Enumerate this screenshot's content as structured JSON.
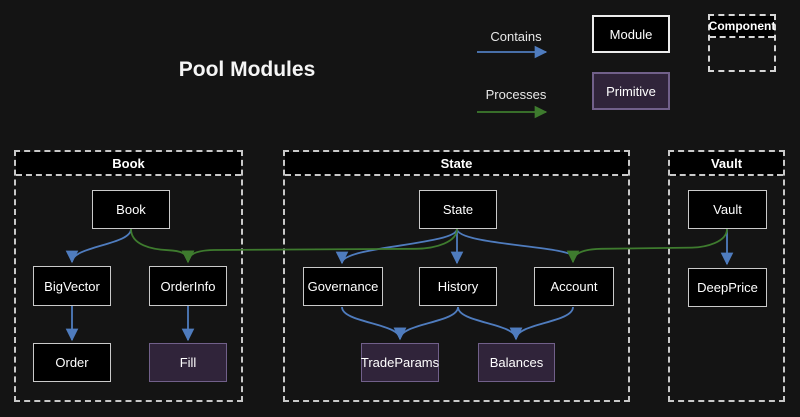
{
  "title": "Pool Modules",
  "colors": {
    "background": "#141414",
    "contains_edge": "#4f7cbe",
    "processes_edge": "#3e7b2e",
    "module_fill": "#000000",
    "module_border": "#cacaca",
    "primitive_fill": "#30243a",
    "primitive_border": "#71608a",
    "container_border": "#c9c9c9"
  },
  "legend": {
    "contains_label": "Contains",
    "processes_label": "Processes",
    "module_label": "Module",
    "primitive_label": "Primitive",
    "component_label": "Component"
  },
  "containers": {
    "book": {
      "title": "Book",
      "children": [
        "book",
        "bigvector",
        "orderinfo",
        "order",
        "fill"
      ]
    },
    "state": {
      "title": "State",
      "children": [
        "state",
        "governance",
        "history",
        "account",
        "tradeparams",
        "balances"
      ]
    },
    "vault": {
      "title": "Vault",
      "children": [
        "vault",
        "deepprice"
      ]
    }
  },
  "nodes": {
    "book": {
      "label": "Book",
      "type": "module"
    },
    "bigvector": {
      "label": "BigVector",
      "type": "module"
    },
    "orderinfo": {
      "label": "OrderInfo",
      "type": "module"
    },
    "order": {
      "label": "Order",
      "type": "module"
    },
    "fill": {
      "label": "Fill",
      "type": "primitive"
    },
    "state": {
      "label": "State",
      "type": "module"
    },
    "governance": {
      "label": "Governance",
      "type": "module"
    },
    "history": {
      "label": "History",
      "type": "module"
    },
    "account": {
      "label": "Account",
      "type": "module"
    },
    "tradeparams": {
      "label": "TradeParams",
      "type": "primitive"
    },
    "balances": {
      "label": "Balances",
      "type": "primitive"
    },
    "vault": {
      "label": "Vault",
      "type": "module"
    },
    "deepprice": {
      "label": "DeepPrice",
      "type": "module"
    }
  },
  "edges": [
    {
      "from": "book",
      "to": "bigvector",
      "type": "contains"
    },
    {
      "from": "bigvector",
      "to": "order",
      "type": "contains"
    },
    {
      "from": "orderinfo",
      "to": "fill",
      "type": "contains"
    },
    {
      "from": "state",
      "to": "governance",
      "type": "contains"
    },
    {
      "from": "state",
      "to": "history",
      "type": "contains"
    },
    {
      "from": "state",
      "to": "account",
      "type": "contains"
    },
    {
      "from": "governance",
      "to": "tradeparams",
      "type": "contains"
    },
    {
      "from": "history",
      "to": "tradeparams",
      "type": "contains"
    },
    {
      "from": "history",
      "to": "balances",
      "type": "contains"
    },
    {
      "from": "account",
      "to": "balances",
      "type": "contains"
    },
    {
      "from": "vault",
      "to": "deepprice",
      "type": "contains"
    },
    {
      "from": "book",
      "to": "orderinfo",
      "type": "processes"
    },
    {
      "from": "state",
      "to": "orderinfo",
      "type": "processes"
    },
    {
      "from": "vault",
      "to": "account",
      "type": "processes"
    }
  ]
}
